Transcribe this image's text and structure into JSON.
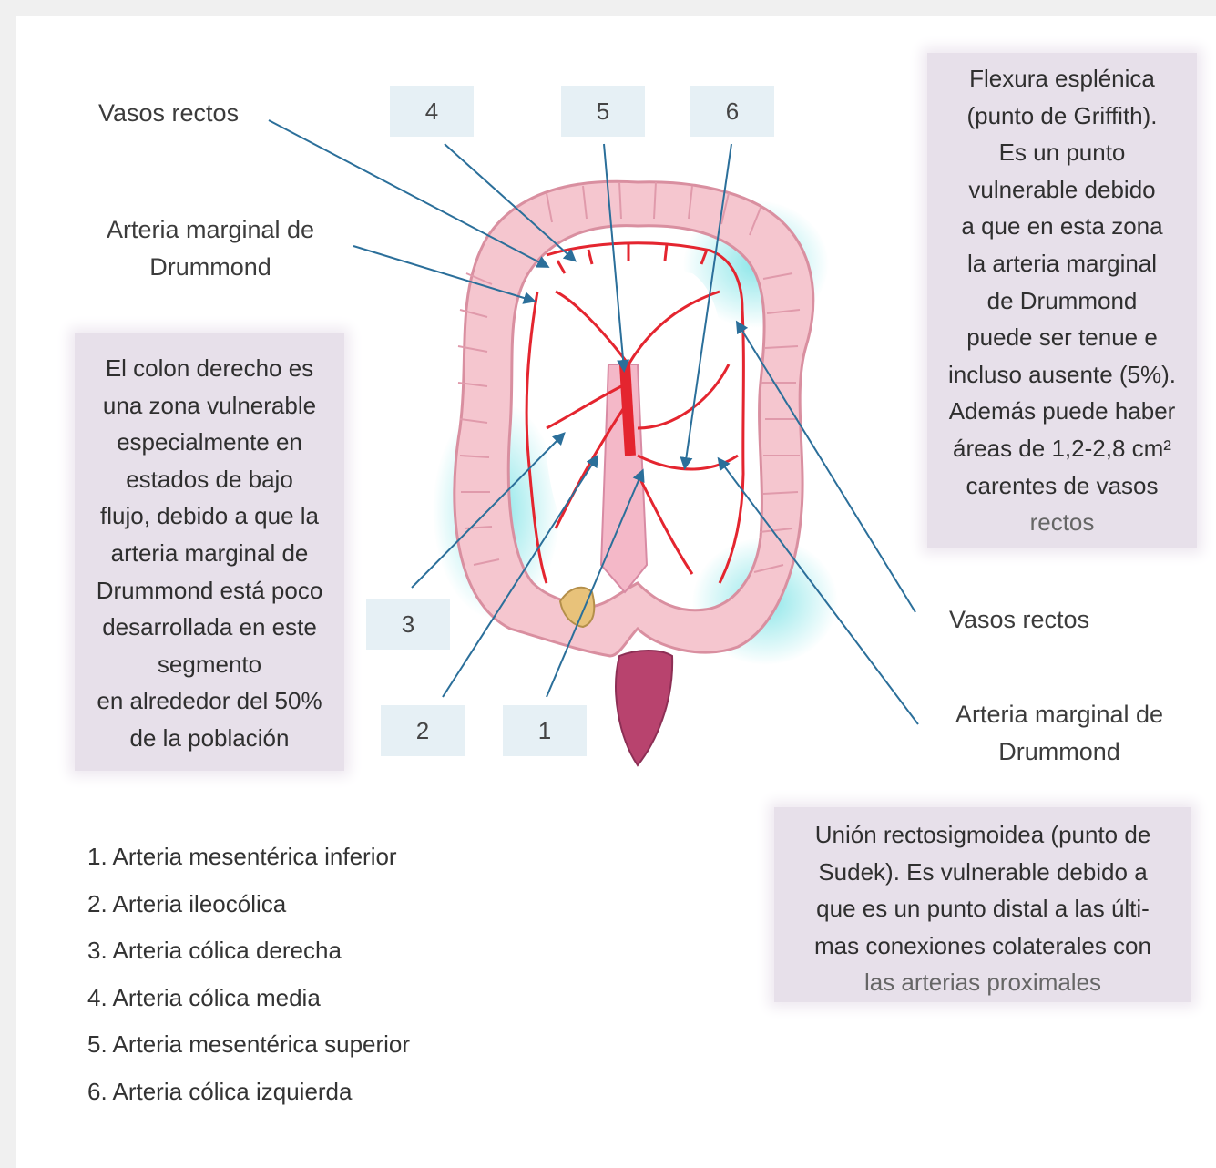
{
  "labels": {
    "vasos_rectos_top": "Vasos rectos",
    "arteria_marginal_top": "Arteria marginal de\nDrummond",
    "vasos_rectos_right": "Vasos rectos",
    "arteria_marginal_right": "Arteria marginal de\nDrummond"
  },
  "number_boxes": [
    "4",
    "5",
    "6",
    "3",
    "2",
    "1"
  ],
  "notes": {
    "colon_derecho": "El colon derecho es una zona vulnerable especialmente en estados de bajo flujo, debido a que la arteria marginal de Drummond está poco desarrollada en este segmento en alrededor del 50% de la población",
    "colon_derecho_lines": [
      "El colon derecho es",
      "una zona vulnerable",
      "especialmente en",
      "estados de bajo",
      "flujo, debido a que la",
      "arteria marginal de",
      "Drummond está poco",
      "desarrollada en este",
      "segmento",
      "en alrededor del 50%",
      "de la población"
    ],
    "griffith_lines": [
      "Flexura esplénica",
      "(punto de Griffith).",
      "Es un punto",
      "vulnerable debido",
      "a que en esta zona",
      "la arteria marginal",
      "de Drummond",
      "puede ser tenue e",
      "incluso ausente (5%).",
      "Además puede haber",
      "áreas de 1,2-2,8 cm²",
      "carentes de vasos",
      "rectos"
    ],
    "sudek_lines": [
      "Unión rectosigmoidea (punto de",
      "Sudek). Es vulnerable debido a",
      "que es un punto distal a las últi-",
      "mas conexiones colaterales con",
      "las arterias proximales"
    ]
  },
  "legend": [
    "1. Arteria mesentérica inferior",
    "2. Arteria ileocólica",
    "3. Arteria cólica derecha",
    "4. Arteria cólica media",
    "5. Arteria mesentérica superior",
    "6. Arteria cólica izquierda"
  ],
  "colors": {
    "colon": "#f5c6cf",
    "colon_outline": "#d98fa0",
    "artery": "#e4252f",
    "arrow": "#2b6f9a",
    "note_bg": "#e7e0ea",
    "number_bg": "#e6f0f5",
    "ischemia_glow": "#7fe3e6"
  }
}
